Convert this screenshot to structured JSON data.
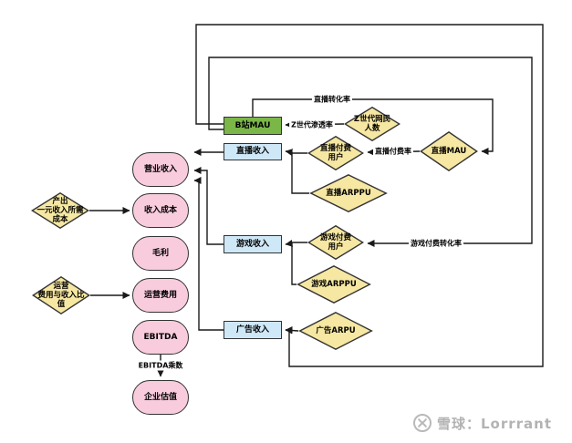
{
  "diagram": {
    "nodes": {
      "bmau": {
        "label": "B站MAU",
        "shape": "rectangle",
        "fill": "#7ab648"
      },
      "live_revenue": {
        "label": "直播收入",
        "shape": "rectangle",
        "fill": "#cfe8f7"
      },
      "game_revenue": {
        "label": "游戏收入",
        "shape": "rectangle",
        "fill": "#cfe8f7"
      },
      "ad_revenue": {
        "label": "广告收入",
        "shape": "rectangle",
        "fill": "#cfe8f7"
      },
      "operating_revenue": {
        "label": "营业收入",
        "shape": "stadium",
        "fill": "#f8ccdd"
      },
      "revenue_cost": {
        "label": "收入成本",
        "shape": "stadium",
        "fill": "#f8ccdd"
      },
      "gross_profit": {
        "label": "毛利",
        "shape": "stadium",
        "fill": "#f8ccdd"
      },
      "operating_expense": {
        "label": "运营费用",
        "shape": "stadium",
        "fill": "#f8ccdd"
      },
      "ebitda": {
        "label": "EBITDA",
        "shape": "stadium",
        "fill": "#f8ccdd"
      },
      "enterprise_valuation": {
        "label": "企业估值",
        "shape": "stadium",
        "fill": "#f8ccdd"
      },
      "cost_per_yuan_revenue": {
        "label": "产出\n一元收入所需\n成本",
        "shape": "diamond",
        "fill": "#f6e7a2"
      },
      "opex_to_revenue_ratio": {
        "label": "运营\n费用与收入比\n值",
        "shape": "diamond",
        "fill": "#f6e7a2"
      },
      "z_gen_netizens": {
        "label": "Z世代网民\n人数",
        "shape": "diamond",
        "fill": "#f6e7a2"
      },
      "live_paying_users": {
        "label": "直播付费\n用户",
        "shape": "diamond",
        "fill": "#f6e7a2"
      },
      "live_mau": {
        "label": "直播MAU",
        "shape": "diamond",
        "fill": "#f6e7a2"
      },
      "live_arppu": {
        "label": "直播ARPPU",
        "shape": "diamond",
        "fill": "#f6e7a2"
      },
      "game_paying_users": {
        "label": "游戏付费\n用户",
        "shape": "diamond",
        "fill": "#f6e7a2"
      },
      "game_arppu": {
        "label": "游戏ARPPU",
        "shape": "diamond",
        "fill": "#f6e7a2"
      },
      "ad_arpu": {
        "label": "广告ARPU",
        "shape": "diamond",
        "fill": "#f6e7a2"
      }
    },
    "edge_labels": {
      "live_conversion_rate": "直播转化率",
      "z_gen_penetration_rate": "Z世代渗透率",
      "live_paying_rate": "直播付费率",
      "game_paying_conversion_rate": "游戏付费转化率",
      "ebitda_multiple": "EBITDA乘数"
    },
    "edges": [
      {
        "from": "bmau",
        "to": "ad_revenue",
        "label": ""
      },
      {
        "from": "bmau",
        "to": "game_paying_users",
        "label": "游戏付费转化率"
      },
      {
        "from": "bmau",
        "to": "live_mau",
        "label": "直播转化率"
      },
      {
        "from": "z_gen_netizens",
        "to": "bmau",
        "label": "Z世代渗透率"
      },
      {
        "from": "live_mau",
        "to": "live_paying_users",
        "label": "直播付费率"
      },
      {
        "from": "live_paying_users",
        "to": "live_revenue",
        "label": ""
      },
      {
        "from": "live_arppu",
        "to": "live_revenue",
        "label": ""
      },
      {
        "from": "game_paying_users",
        "to": "game_revenue",
        "label": ""
      },
      {
        "from": "game_arppu",
        "to": "game_revenue",
        "label": ""
      },
      {
        "from": "ad_arpu",
        "to": "ad_revenue",
        "label": ""
      },
      {
        "from": "live_revenue",
        "to": "operating_revenue",
        "label": ""
      },
      {
        "from": "game_revenue",
        "to": "operating_revenue",
        "label": ""
      },
      {
        "from": "ad_revenue",
        "to": "operating_revenue",
        "label": ""
      },
      {
        "from": "cost_per_yuan_revenue",
        "to": "revenue_cost",
        "label": ""
      },
      {
        "from": "opex_to_revenue_ratio",
        "to": "operating_expense",
        "label": ""
      },
      {
        "from": "ebitda",
        "to": "enterprise_valuation",
        "label": "EBITDA乘数"
      }
    ],
    "colors": {
      "green_fill": "#7ab648",
      "blue_fill": "#cfe8f7",
      "pink_fill": "#f8ccdd",
      "yellow_fill": "#f6e7a2",
      "node_border": "#333333",
      "line": "#1a1a1a"
    }
  },
  "watermark": {
    "text": "雪球：Lorrrant",
    "color": "#b3b3b3"
  }
}
